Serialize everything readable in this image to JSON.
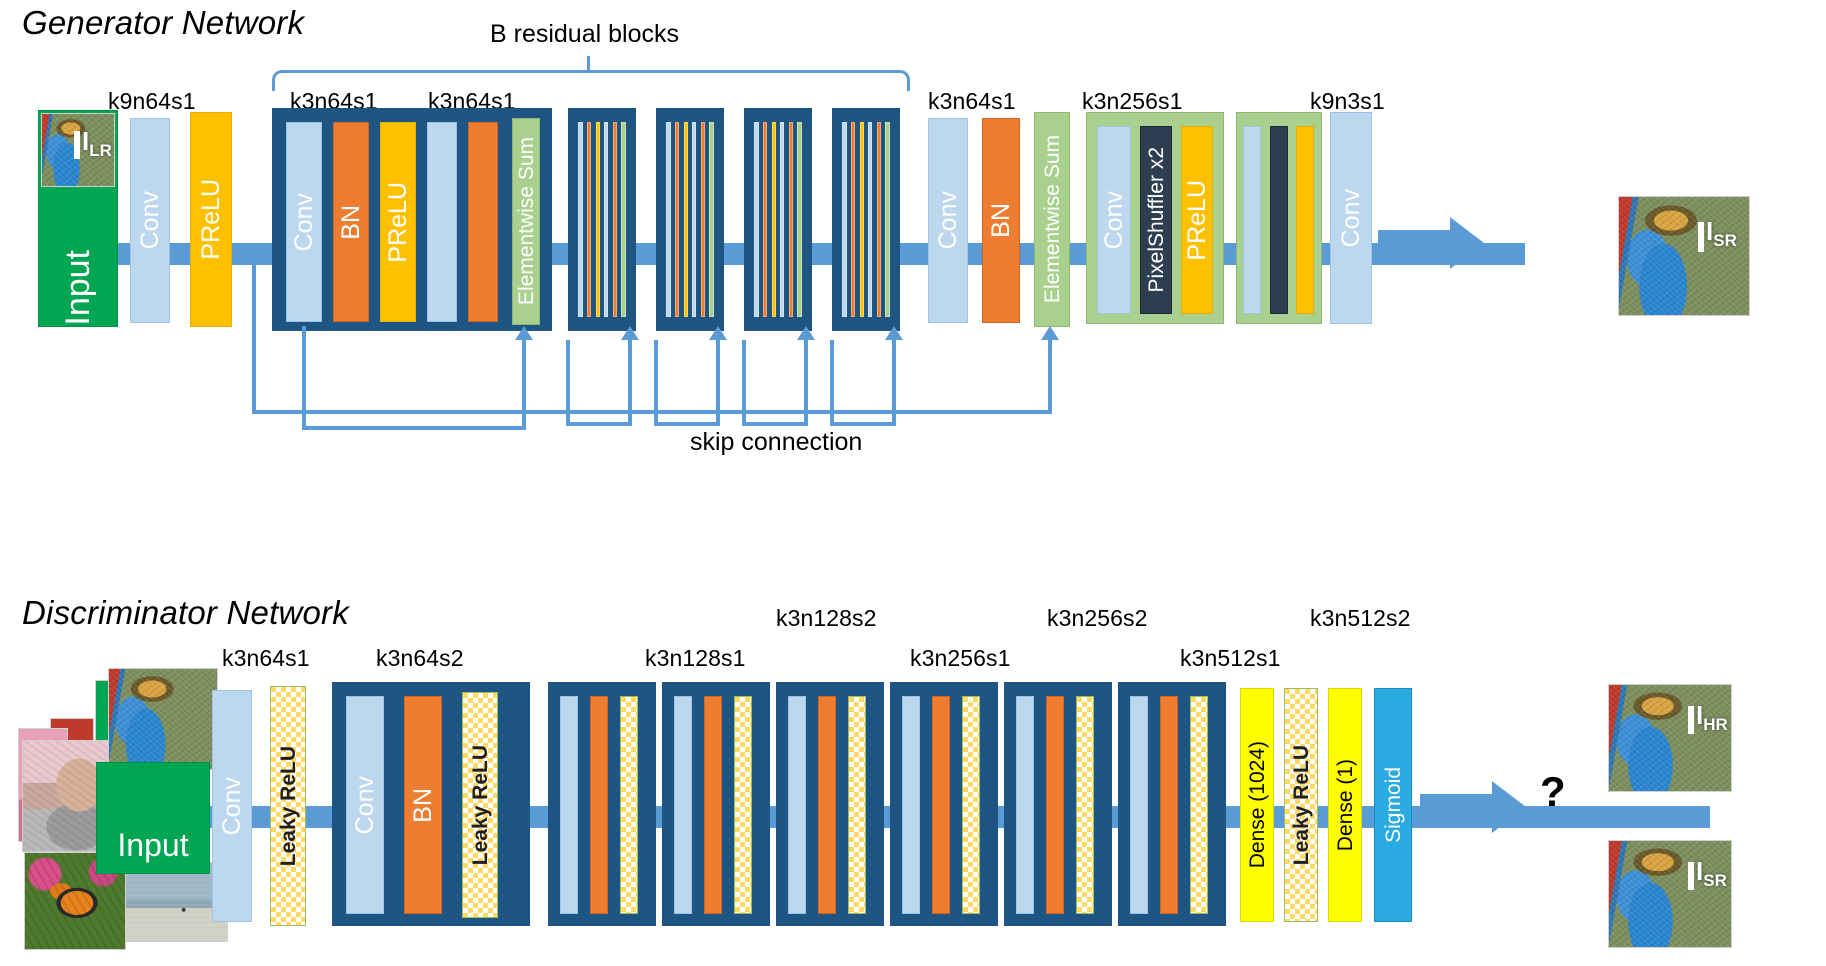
{
  "figure": {
    "type": "diagram",
    "subject": "SRGAN generator and discriminator network architecture"
  },
  "generator": {
    "title": "Generator Network",
    "brace_label": "B residual blocks",
    "skip_label": "skip connection",
    "input_label": "Input",
    "input_tag": "LR",
    "output_tag": "SR",
    "kernel_labels": {
      "head_conv": "k9n64s1",
      "res_conv1": "k3n64s1",
      "res_conv2": "k3n64s1",
      "post_conv": "k3n64s1",
      "upsample": "k3n256s1",
      "tail_conv": "k9n3s1"
    },
    "layers": {
      "conv": "Conv",
      "prelu": "PReLU",
      "bn": "BN",
      "elementwise_sum": "Elementwise Sum",
      "pixelshuffler": "PixelShuffler x2"
    },
    "residual_block": [
      "Conv",
      "BN",
      "PReLU",
      "Conv",
      "BN",
      "Elementwise Sum"
    ],
    "compressed_block_count": 4
  },
  "discriminator": {
    "title": "Discriminator Network",
    "input_label": "Input",
    "output_question": "?",
    "output_tags": {
      "top": "HR",
      "bottom": "SR"
    },
    "kernel_labels": {
      "b0": "k3n64s1",
      "b1": "k3n64s2",
      "b2_top": "k3n128s2",
      "b2_bottom": "k3n128s1",
      "b3_top": "k3n256s2",
      "b3_bottom": "k3n256s1",
      "b4_top": "k3n512s2",
      "b4_bottom": "k3n512s1"
    },
    "layers": {
      "conv": "Conv",
      "bn": "BN",
      "leaky_relu": "Leaky ReLU",
      "dense_1024": "Dense (1024)",
      "dense_1": "Dense (1)",
      "sigmoid": "Sigmoid"
    },
    "blocks": [
      {
        "name": "stem",
        "layers": [
          "Conv",
          "Leaky ReLU"
        ]
      },
      {
        "name": "block-1",
        "layers": [
          "Conv",
          "BN",
          "Leaky ReLU"
        ]
      },
      {
        "name": "block-2",
        "layers": [
          "Conv",
          "BN",
          "Leaky ReLU"
        ]
      },
      {
        "name": "block-3",
        "layers": [
          "Conv",
          "BN",
          "Leaky ReLU"
        ]
      },
      {
        "name": "block-4",
        "layers": [
          "Conv",
          "BN",
          "Leaky ReLU"
        ]
      },
      {
        "name": "block-5",
        "layers": [
          "Conv",
          "BN",
          "Leaky ReLU"
        ]
      },
      {
        "name": "block-6",
        "layers": [
          "Conv",
          "BN",
          "Leaky ReLU"
        ]
      },
      {
        "name": "block-7",
        "layers": [
          "Conv",
          "BN",
          "Leaky ReLU"
        ]
      }
    ]
  },
  "colors": {
    "conv": "#bdd7ee",
    "bn": "#ed7d31",
    "prelu": "#ffc000",
    "elementwise_sum": "#a9d08e",
    "pixelshuffler": "#2c3e50",
    "leaky_relu": "#ffd966",
    "dense": "#ffff00",
    "sigmoid": "#29abe2",
    "input": "#00a651",
    "bus": "#5b9bd5",
    "res_container": "#1f5582"
  }
}
